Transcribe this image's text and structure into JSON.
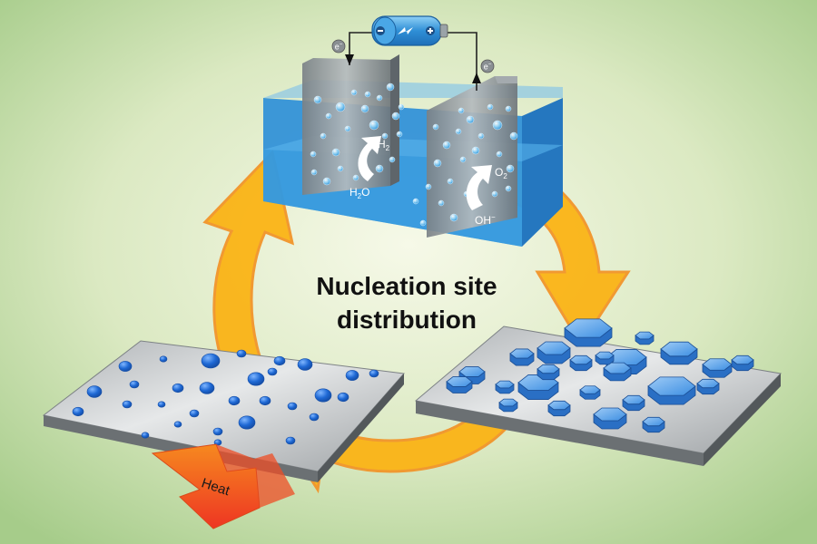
{
  "title": {
    "line1": "Nucleation site",
    "line2": "distribution"
  },
  "cell": {
    "electron_left": "e",
    "electron_right": "e",
    "electron_sup": "−",
    "h2": {
      "base": "H",
      "sub": "2"
    },
    "h2o": {
      "base": "H",
      "sub": "2",
      "tail": "O"
    },
    "o2": {
      "base": "O",
      "sub": "2"
    },
    "oh": {
      "base": "OH",
      "sup": "−"
    }
  },
  "heat_label": "Heat",
  "colors": {
    "background_center": "#f4f8e4",
    "background_edge": "#a6cc8a",
    "cycle_arrow": "#fbb416",
    "cycle_arrow_edge": "#f2952a",
    "water": "#2e8fd8",
    "electrode": "#8e959a",
    "plate": "#c9ccce",
    "droplet": "#1f6fd6",
    "crystal": "#3f91e6",
    "heat_arrow_top": "#f47a20",
    "heat_arrow_bottom": "#ee3a24"
  },
  "icons": [
    "battery-icon",
    "electron-icon",
    "bubble-icon",
    "cycle-arrow-icon",
    "heat-arrow-icon",
    "droplet-icon",
    "crystal-icon"
  ]
}
